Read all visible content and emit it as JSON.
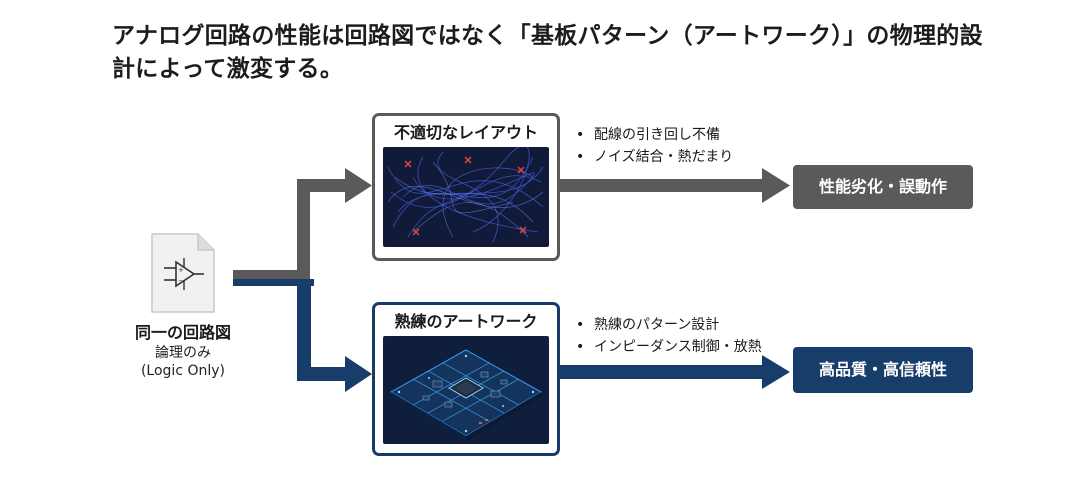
{
  "title": "アナログ回路の性能は回路図ではなく「基板パターン（アートワーク）」の物理的設計によって激変する。",
  "source": {
    "title": "同一の回路図",
    "subtitle_line1": "論理のみ",
    "subtitle_line2": "(Logic Only)"
  },
  "bad_path": {
    "card_title": "不適切なレイアウト",
    "bullets": [
      "配線の引き回し不備",
      "ノイズ結合・熱だまり"
    ],
    "result": "性能劣化・誤動作"
  },
  "good_path": {
    "card_title": "熟練のアートワーク",
    "bullets": [
      "熟練のパターン設計",
      "インピーダンス制御・放熱"
    ],
    "result": "高品質・高信頼性"
  },
  "colors": {
    "gray": "#5a5a5a",
    "navy": "#173d6b"
  }
}
